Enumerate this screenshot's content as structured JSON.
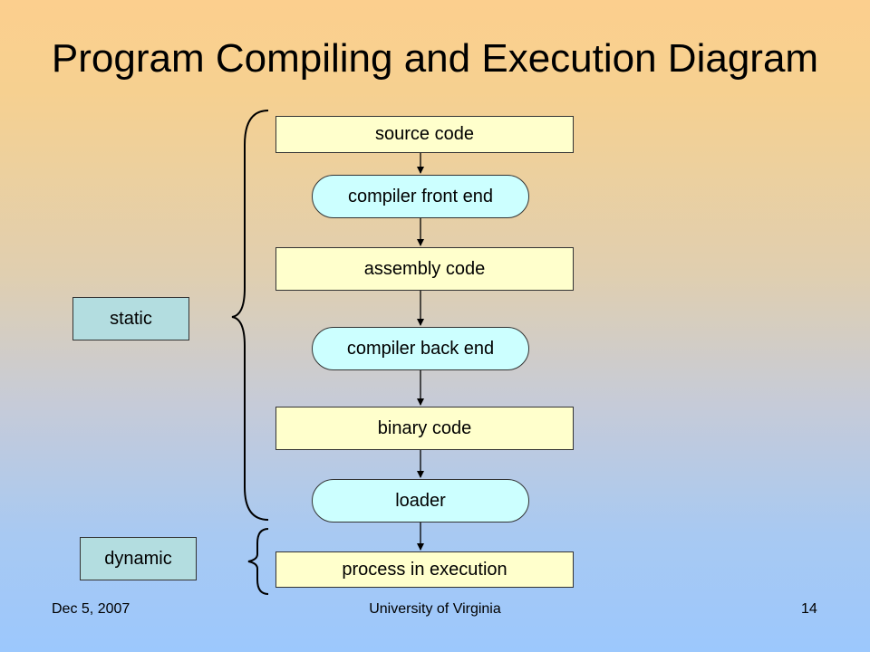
{
  "title": "Program Compiling and Execution Diagram",
  "nodes": [
    {
      "label": "source code",
      "shape": "rectangle"
    },
    {
      "label": "compiler front end",
      "shape": "rounded"
    },
    {
      "label": "assembly code",
      "shape": "rectangle"
    },
    {
      "label": "compiler back end",
      "shape": "rounded"
    },
    {
      "label": "binary code",
      "shape": "rectangle"
    },
    {
      "label": "loader",
      "shape": "rounded"
    },
    {
      "label": "process in execution",
      "shape": "rectangle"
    }
  ],
  "groups": {
    "static": "static",
    "dynamic": "dynamic"
  },
  "footer": {
    "date": "Dec 5, 2007",
    "org": "University of Virginia",
    "page": "14"
  },
  "colors": {
    "box_fill": "#ffffcc",
    "rounded_fill": "#ccffff",
    "tag_fill": "#b3dde0"
  }
}
